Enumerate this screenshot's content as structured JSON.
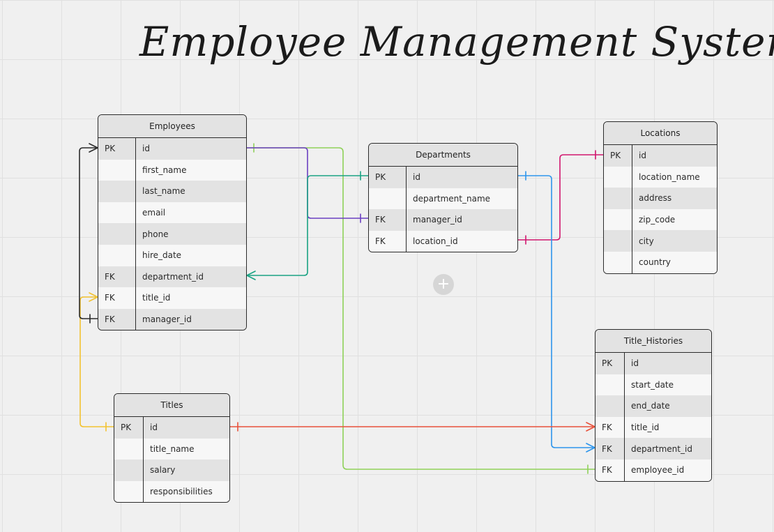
{
  "title": "Employee Management System",
  "add_button_glyph": "+",
  "colors": {
    "employees_departments_link": "#6b3fc1",
    "departments_employees_link": "#1aa383",
    "employees_title_histories_link": "#8fd159",
    "departments_locations_link": "#d1166e",
    "departments_title_histories_link": "#2d95ec",
    "titles_title_histories_link": "#e8503a",
    "titles_employees_link": "#f2c230",
    "employees_self_link": "#2b2b2b"
  },
  "tables": {
    "employees": {
      "name": "Employees",
      "rows": [
        {
          "key": "PK",
          "field": "id"
        },
        {
          "key": "",
          "field": "first_name"
        },
        {
          "key": "",
          "field": "last_name"
        },
        {
          "key": "",
          "field": "email"
        },
        {
          "key": "",
          "field": "phone"
        },
        {
          "key": "",
          "field": "hire_date"
        },
        {
          "key": "FK",
          "field": "department_id"
        },
        {
          "key": "FK",
          "field": "title_id"
        },
        {
          "key": "FK",
          "field": "manager_id"
        }
      ]
    },
    "departments": {
      "name": "Departments",
      "rows": [
        {
          "key": "PK",
          "field": "id"
        },
        {
          "key": "",
          "field": "department_name"
        },
        {
          "key": "FK",
          "field": "manager_id"
        },
        {
          "key": "FK",
          "field": "location_id"
        }
      ]
    },
    "locations": {
      "name": "Locations",
      "rows": [
        {
          "key": "PK",
          "field": "id"
        },
        {
          "key": "",
          "field": "location_name"
        },
        {
          "key": "",
          "field": "address"
        },
        {
          "key": "",
          "field": "zip_code"
        },
        {
          "key": "",
          "field": "city"
        },
        {
          "key": "",
          "field": "country"
        }
      ]
    },
    "titles": {
      "name": "Titles",
      "rows": [
        {
          "key": "PK",
          "field": "id"
        },
        {
          "key": "",
          "field": "title_name"
        },
        {
          "key": "",
          "field": "salary"
        },
        {
          "key": "",
          "field": "responsibilities"
        }
      ]
    },
    "title_histories": {
      "name": "Title_Histories",
      "rows": [
        {
          "key": "PK",
          "field": "id"
        },
        {
          "key": "",
          "field": "start_date"
        },
        {
          "key": "",
          "field": "end_date"
        },
        {
          "key": "FK",
          "field": "title_id"
        },
        {
          "key": "FK",
          "field": "department_id"
        },
        {
          "key": "FK",
          "field": "employee_id"
        }
      ]
    }
  }
}
